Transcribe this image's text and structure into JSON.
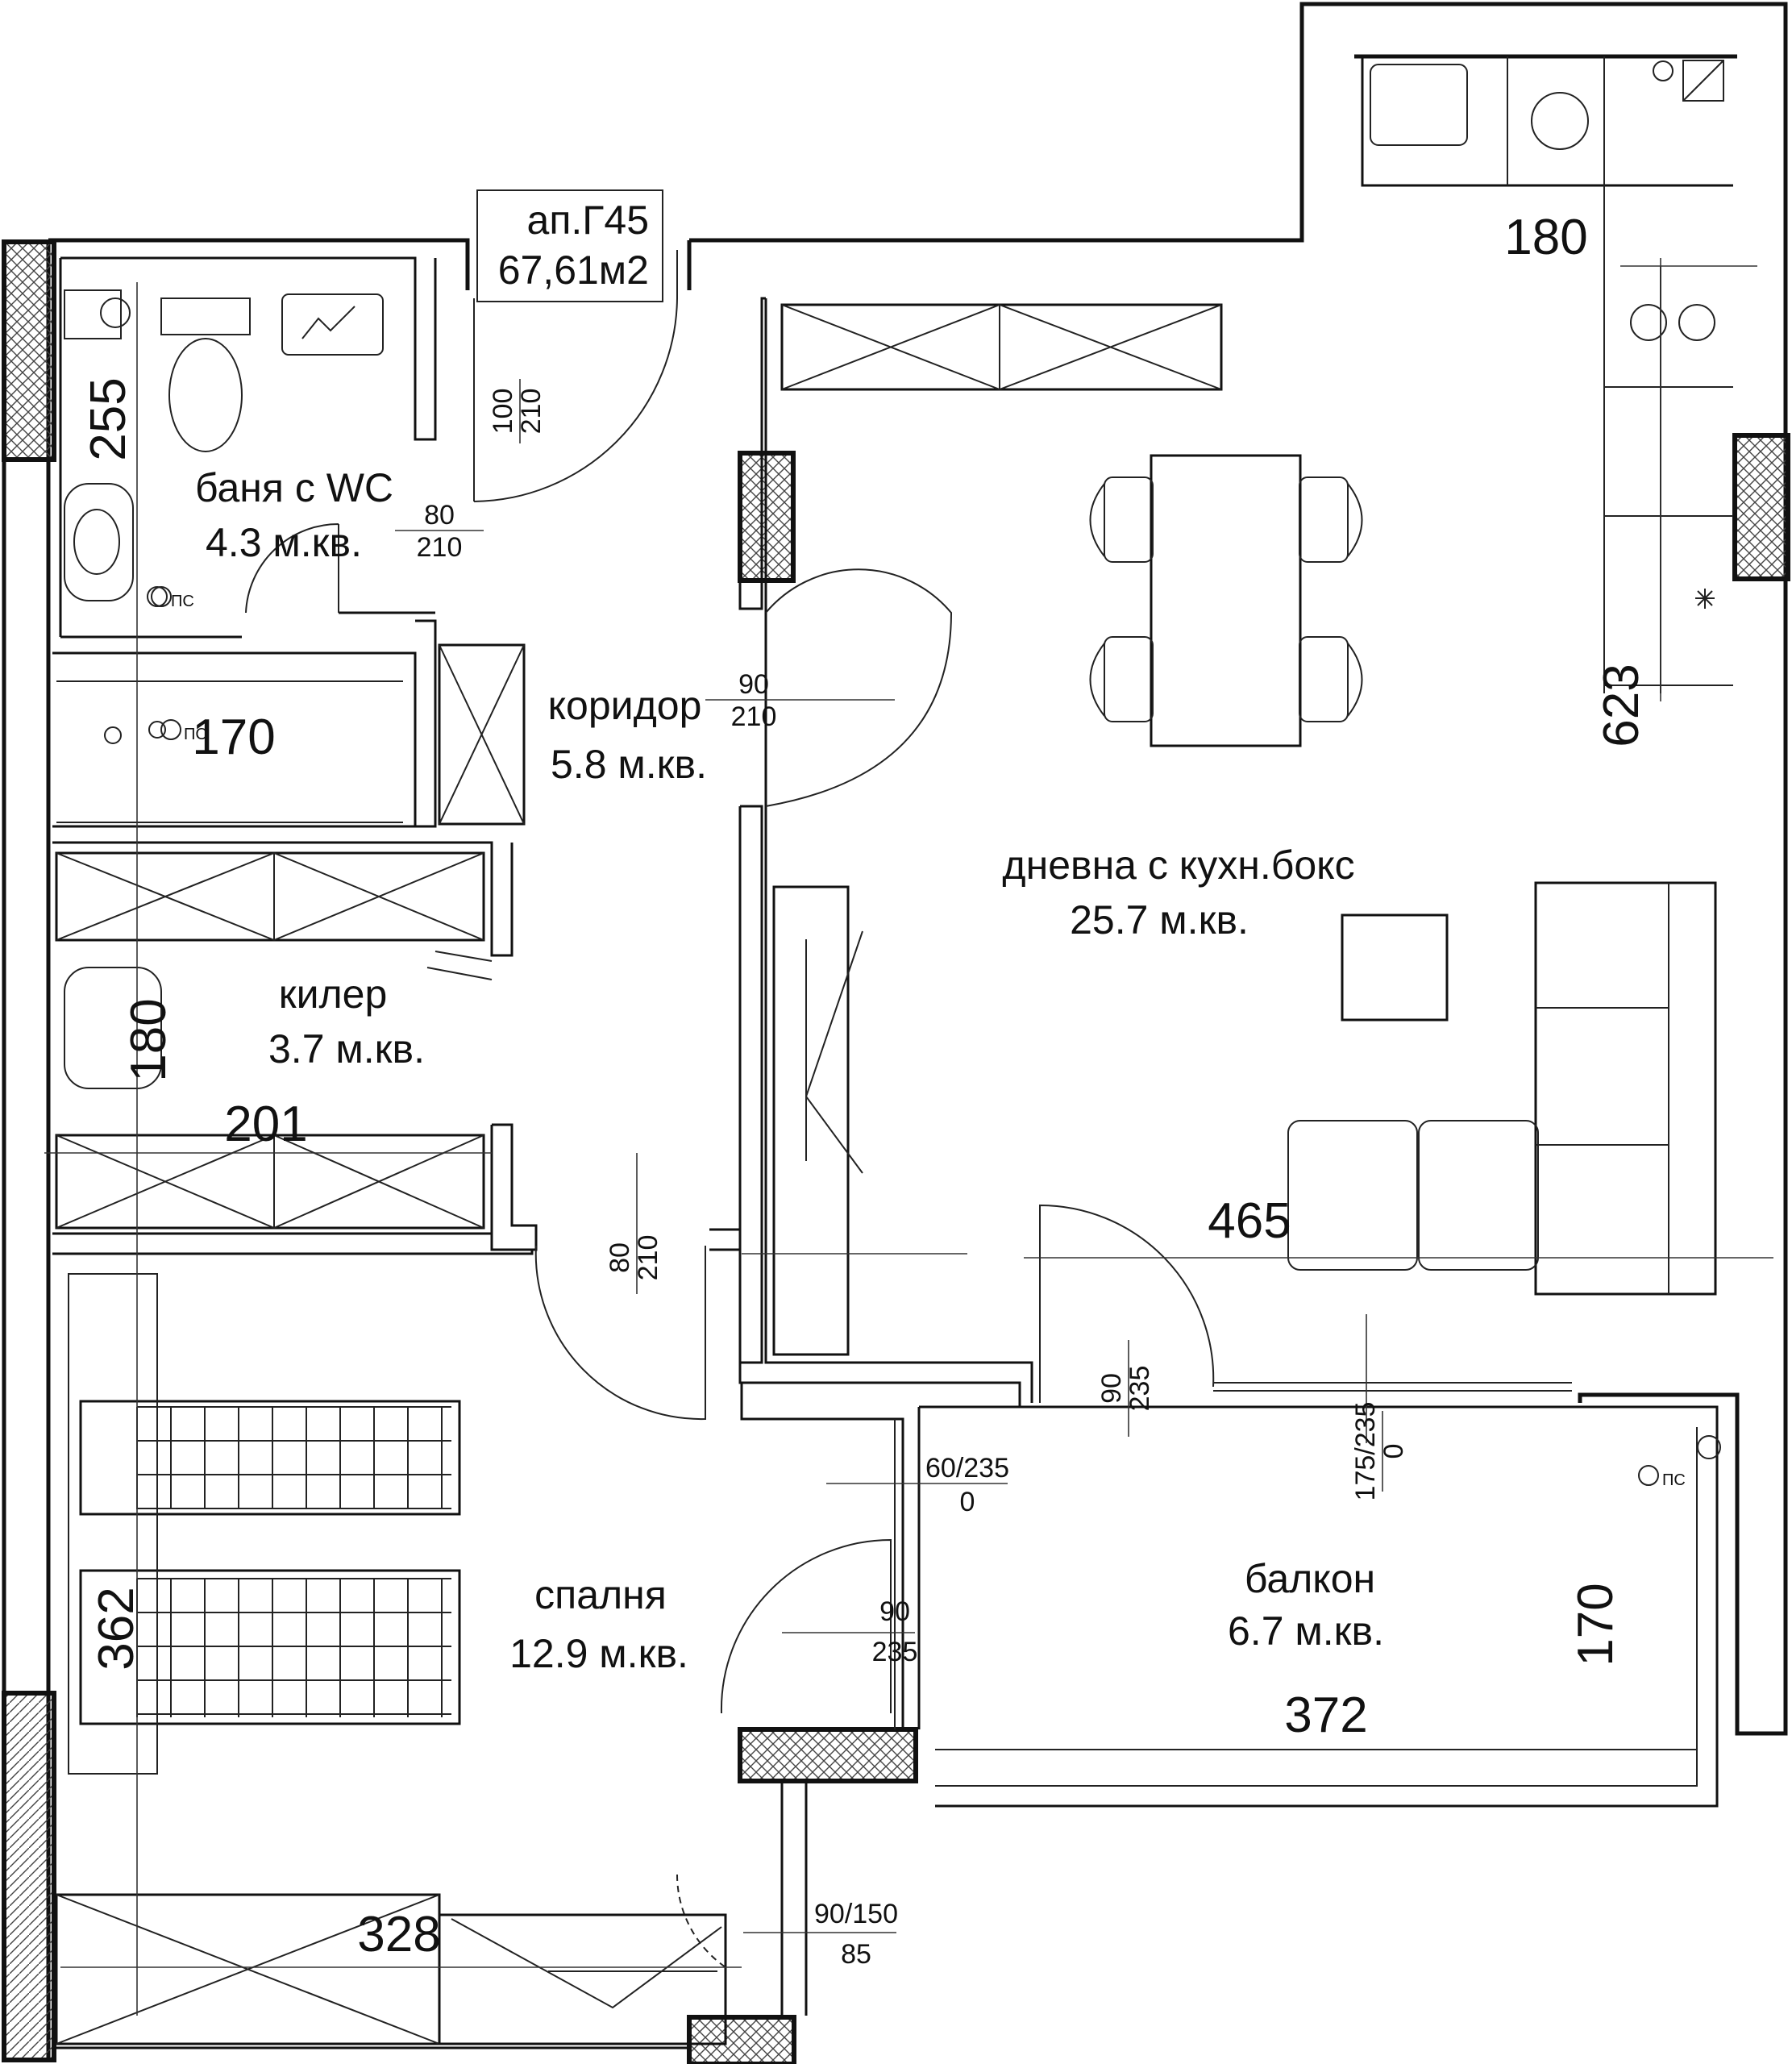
{
  "apartment": {
    "name": "ап.Г45",
    "area": "67,61м2"
  },
  "rooms": {
    "bathroom": {
      "name": "баня с WC",
      "area": "4.3 м.кв."
    },
    "corridor": {
      "name": "коридор",
      "area": "5.8 м.кв."
    },
    "living": {
      "name": "дневна с кухн.бокс",
      "area": "25.7 м.кв."
    },
    "storage": {
      "name": "килер",
      "area": "3.7 м.кв."
    },
    "bedroom": {
      "name": "спалня",
      "area": "12.9 м.кв."
    },
    "balcony": {
      "name": "балкон",
      "area": "6.7 м.кв."
    }
  },
  "dimensions": {
    "bath_height": "255",
    "bath_tub": "170",
    "storage_height": "180",
    "storage_width": "201",
    "kitchen_width": "180",
    "living_height": "623",
    "living_width": "465",
    "bedroom_height": "362",
    "bedroom_width": "328",
    "balcony_width": "372",
    "balcony_height": "170"
  },
  "doors": {
    "entrance": {
      "top": "100",
      "bottom": "210"
    },
    "bath": {
      "top": "80",
      "bottom": "210"
    },
    "living": {
      "top": "90",
      "bottom": "210"
    },
    "bedroom": {
      "top": "80",
      "bottom": "210"
    },
    "balcony_living": {
      "top": "90",
      "bottom": "235"
    },
    "balcony_bedroom": {
      "top": "90",
      "bottom": "235"
    },
    "window_balcony_left": {
      "top": "60/235",
      "bottom": "0"
    },
    "window_balcony_right": {
      "top": "175/235",
      "bottom": "0"
    },
    "window_bedroom": {
      "top": "90/150",
      "bottom": "85"
    }
  },
  "symbols": {
    "shaft": "ПС"
  }
}
